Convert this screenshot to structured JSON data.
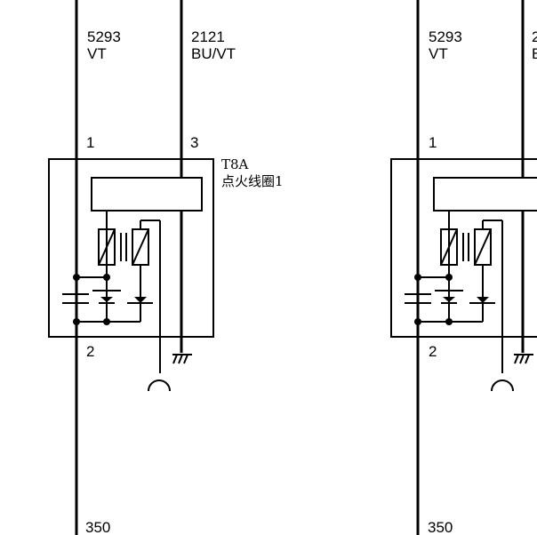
{
  "left_coil": {
    "wire_top_a": {
      "number": "5293",
      "color": "VT"
    },
    "wire_top_b": {
      "number": "2121",
      "color": "BU/VT"
    },
    "pin_a": "1",
    "pin_b": "3",
    "pin_c": "2",
    "connector": "T8A",
    "component": "点火线圈1",
    "wire_bottom": "350"
  },
  "right_coil": {
    "wire_top_a": {
      "number": "5293",
      "color": "VT"
    },
    "wire_top_b_partial": {
      "number": "2",
      "color": "B"
    },
    "pin_a": "1",
    "pin_c": "2",
    "wire_bottom": "350"
  }
}
